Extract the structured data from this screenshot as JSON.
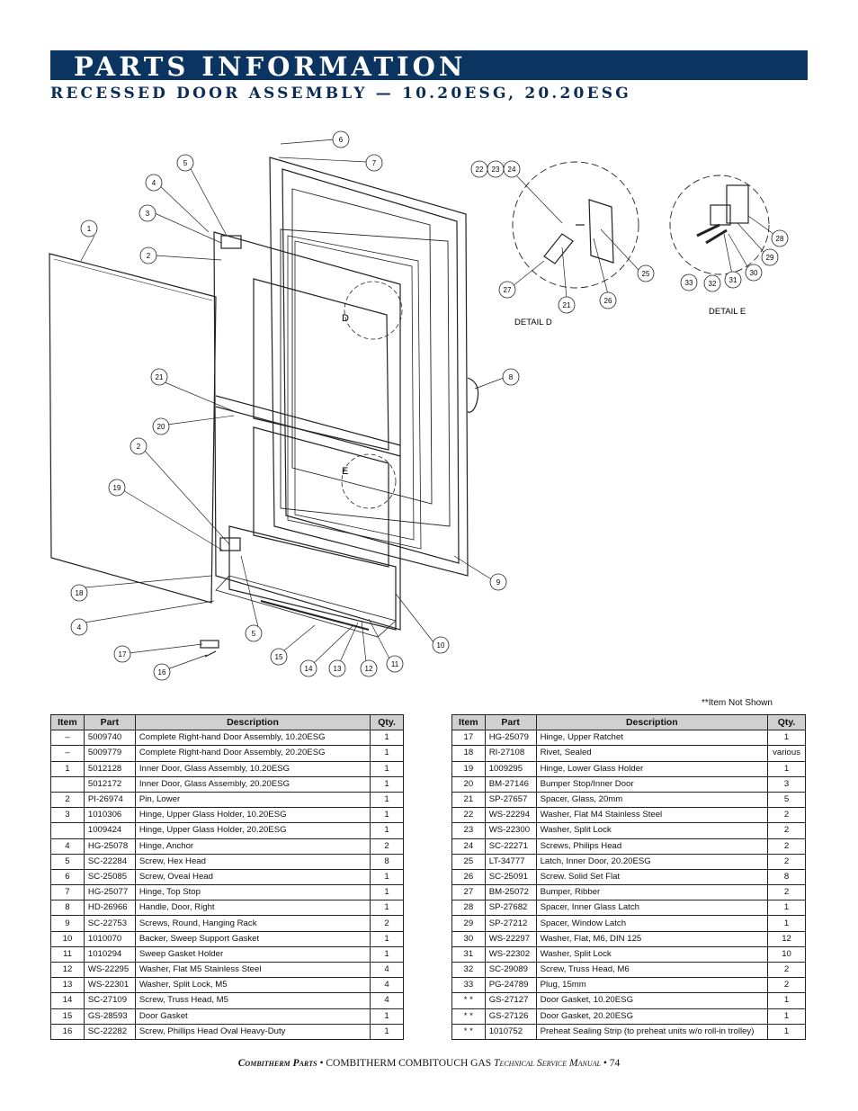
{
  "header": {
    "banner_title": "PARTS INFORMATION",
    "subtitle": "RECESSED DOOR ASSEMBLY — 10.20ESG, 20.20ESG"
  },
  "diagram": {
    "callouts": [
      "1",
      "2",
      "3",
      "4",
      "5",
      "6",
      "7",
      "8",
      "9",
      "10",
      "11",
      "12",
      "13",
      "14",
      "15",
      "16",
      "17",
      "18",
      "19",
      "20",
      "21",
      "2",
      "4",
      "5",
      "22",
      "23",
      "24",
      "25",
      "26",
      "21",
      "27",
      "28",
      "29",
      "30",
      "31",
      "32",
      "33"
    ],
    "detail_d_label": "DETAIL D",
    "detail_e_label": "DETAIL E",
    "marker_d": "D",
    "marker_e": "E"
  },
  "note": "**Item Not Shown",
  "table_headers": {
    "item": "Item",
    "part": "Part",
    "description": "Description",
    "qty": "Qty."
  },
  "left_rows": [
    [
      "–",
      "5009740",
      "Complete Right-hand Door Assembly, 10.20ESG",
      "1"
    ],
    [
      "–",
      "5009779",
      "Complete Right-hand Door Assembly, 20.20ESG",
      "1"
    ],
    [
      "1",
      "5012128",
      "Inner Door, Glass Assembly, 10.20ESG",
      "1"
    ],
    [
      "",
      "5012172",
      "Inner Door, Glass Assembly, 20.20ESG",
      "1"
    ],
    [
      "2",
      "PI-26974",
      "Pin, Lower",
      "1"
    ],
    [
      "3",
      "1010306",
      "Hinge, Upper Glass Holder, 10.20ESG",
      "1"
    ],
    [
      "",
      "1009424",
      "Hinge, Upper Glass Holder, 20.20ESG",
      "1"
    ],
    [
      "4",
      "HG-25078",
      "Hinge, Anchor",
      "2"
    ],
    [
      "5",
      "SC-22284",
      "Screw, Hex Head",
      "8"
    ],
    [
      "6",
      "SC-25085",
      "Screw, Oveal Head",
      "1"
    ],
    [
      "7",
      "HG-25077",
      "Hinge, Top Stop",
      "1"
    ],
    [
      "8",
      "HD-26966",
      "Handle, Door, Right",
      "1"
    ],
    [
      "9",
      "SC-22753",
      "Screws, Round, Hanging Rack",
      "2"
    ],
    [
      "10",
      "1010070",
      "Backer, Sweep Support Gasket",
      "1"
    ],
    [
      "11",
      "1010294",
      "Sweep Gasket Holder",
      "1"
    ],
    [
      "12",
      "WS-22295",
      "Washer, Flat M5 Stainless Steel",
      "4"
    ],
    [
      "13",
      "WS-22301",
      "Washer, Split Lock, M5",
      "4"
    ],
    [
      "14",
      "SC-27109",
      "Screw, Truss Head, M5",
      "4"
    ],
    [
      "15",
      "GS-28593",
      "Door Gasket",
      "1"
    ],
    [
      "16",
      "SC-22282",
      "Screw, Phillips Head Oval Heavy-Duty",
      "1"
    ]
  ],
  "right_rows": [
    [
      "17",
      "HG-25079",
      "Hinge, Upper Ratchet",
      "1"
    ],
    [
      "18",
      "RI-27108",
      "Rivet, Sealed",
      "various"
    ],
    [
      "19",
      "1009295",
      "Hinge, Lower Glass Holder",
      "1"
    ],
    [
      "20",
      "BM-27146",
      "Bumper Stop/Inner Door",
      "3"
    ],
    [
      "21",
      "SP-27657",
      "Spacer, Glass, 20mm",
      "5"
    ],
    [
      "22",
      "WS-22294",
      "Washer, Flat M4 Stainless Steel",
      "2"
    ],
    [
      "23",
      "WS-22300",
      "Washer, Split Lock",
      "2"
    ],
    [
      "24",
      "SC-22271",
      "Screws, Philips Head",
      "2"
    ],
    [
      "25",
      "LT-34777",
      "Latch, Inner Door, 20.20ESG",
      "2"
    ],
    [
      "26",
      "SC-25091",
      "Screw. Solid Set Flat",
      "8"
    ],
    [
      "27",
      "BM-25072",
      "Bumper, Ribber",
      "2"
    ],
    [
      "28",
      "SP-27682",
      "Spacer, Inner Glass Latch",
      "1"
    ],
    [
      "29",
      "SP-27212",
      "Spacer, Window Latch",
      "1"
    ],
    [
      "30",
      "WS-22297",
      "Washer, Flat, M6, DIN 125",
      "12"
    ],
    [
      "31",
      "WS-22302",
      "Washer, Split Lock",
      "10"
    ],
    [
      "32",
      "SC-29089",
      "Screw, Truss Head, M6",
      "2"
    ],
    [
      "33",
      "PG-24789",
      "Plug, 15mm",
      "2"
    ],
    [
      "* *",
      "GS-27127",
      "Door Gasket, 10.20ESG",
      "1"
    ],
    [
      "* *",
      "GS-27126",
      "Door Gasket, 20.20ESG",
      "1"
    ],
    [
      "* *",
      "1010752",
      "Preheat Sealing Strip (to preheat units w/o roll-in trolley)",
      "1"
    ]
  ],
  "footer": {
    "part1": "Combitherm Parts",
    "sep1": " • ",
    "part2": "COMBITHERM COMBITOUCH GAS ",
    "part3": "Technical Service Manual",
    "sep2": " • ",
    "page": "74"
  }
}
